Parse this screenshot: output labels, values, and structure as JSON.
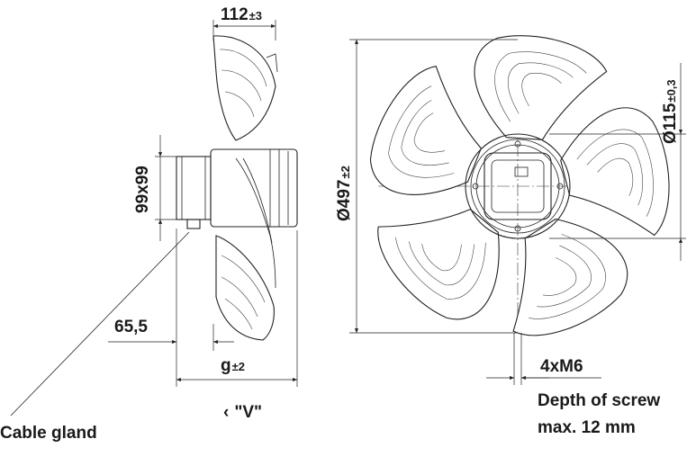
{
  "dimensions": {
    "depth_value": "112",
    "depth_tol": "±3",
    "flange_value": "99x99",
    "shaft_offset": "65,5",
    "g_value": "g",
    "g_tol": "±2",
    "diameter_value": "Ø497",
    "diameter_tol": "±2",
    "hub_value": "Ø115",
    "hub_tol": "±0,3",
    "screw_thread": "4xM6"
  },
  "labels": {
    "cable_gland": "Cable gland",
    "view_arrow": "‹",
    "view_label": "\"V\"",
    "screw_depth_line1": "Depth of screw",
    "screw_depth_line2": "max. 12 mm"
  }
}
